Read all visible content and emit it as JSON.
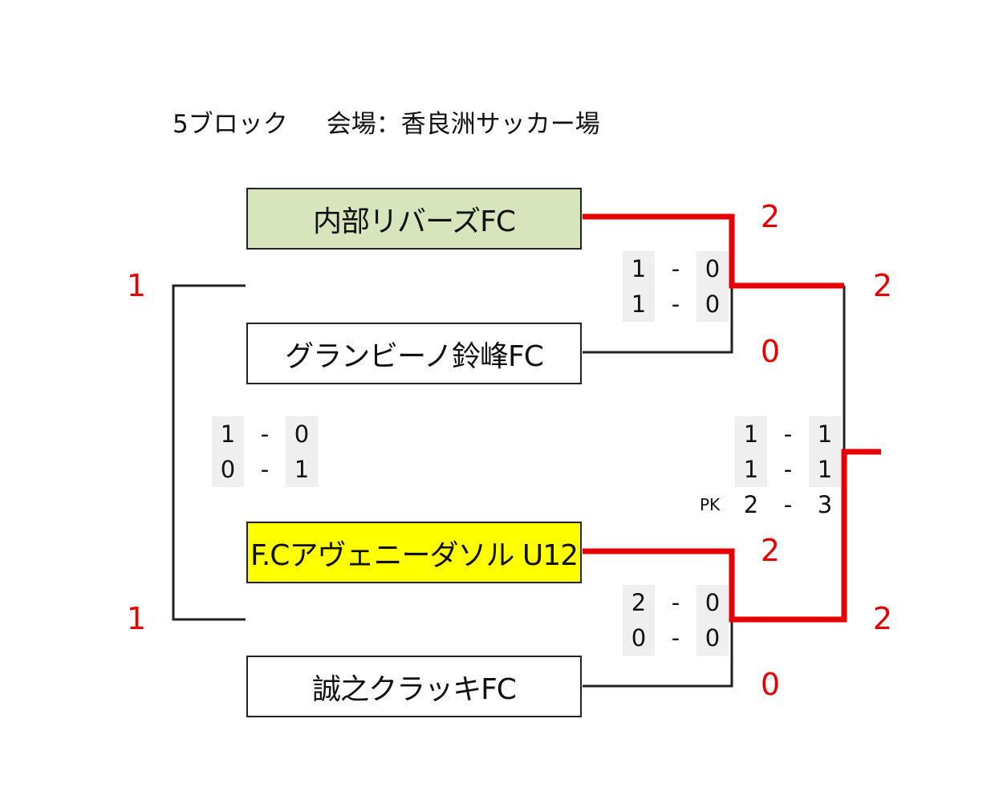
{
  "header": {
    "block": "5ブロック",
    "venue": "会場：香良洲サッカー場"
  },
  "teams": [
    {
      "name": "内部リバーズFC",
      "fill": "#d8e4bc"
    },
    {
      "name": "グランビーノ鈴峰FC",
      "fill": "#ffffff"
    },
    {
      "name": "F.Cアヴェニーダソル U12",
      "fill": "#ffff00"
    },
    {
      "name": "誠之クラッキFC",
      "fill": "#ffffff"
    }
  ],
  "results": {
    "left_top": "1",
    "left_bottom": "1",
    "team1_total": "2",
    "team2_total": "0",
    "team3_total": "2",
    "team4_total": "0",
    "semi_top_total": "2",
    "semi_bottom_total": "2"
  },
  "scores": {
    "match_a": {
      "halves": [
        [
          "1",
          "-",
          "0"
        ],
        [
          "1",
          "-",
          "0"
        ]
      ]
    },
    "match_b": {
      "halves": [
        [
          "2",
          "-",
          "0"
        ],
        [
          "0",
          "-",
          "0"
        ]
      ]
    },
    "match_left": {
      "halves": [
        [
          "1",
          "-",
          "0"
        ],
        [
          "0",
          "-",
          "1"
        ]
      ]
    },
    "match_final": {
      "halves": [
        [
          "1",
          "-",
          "1"
        ],
        [
          "1",
          "-",
          "1"
        ]
      ],
      "pk_label": "PK",
      "pk": [
        "2",
        "-",
        "3"
      ]
    }
  },
  "colors": {
    "winner_line": "#e60000",
    "line": "#222222",
    "score_text": "#e60000",
    "score_cell_bg": "#efefef"
  }
}
